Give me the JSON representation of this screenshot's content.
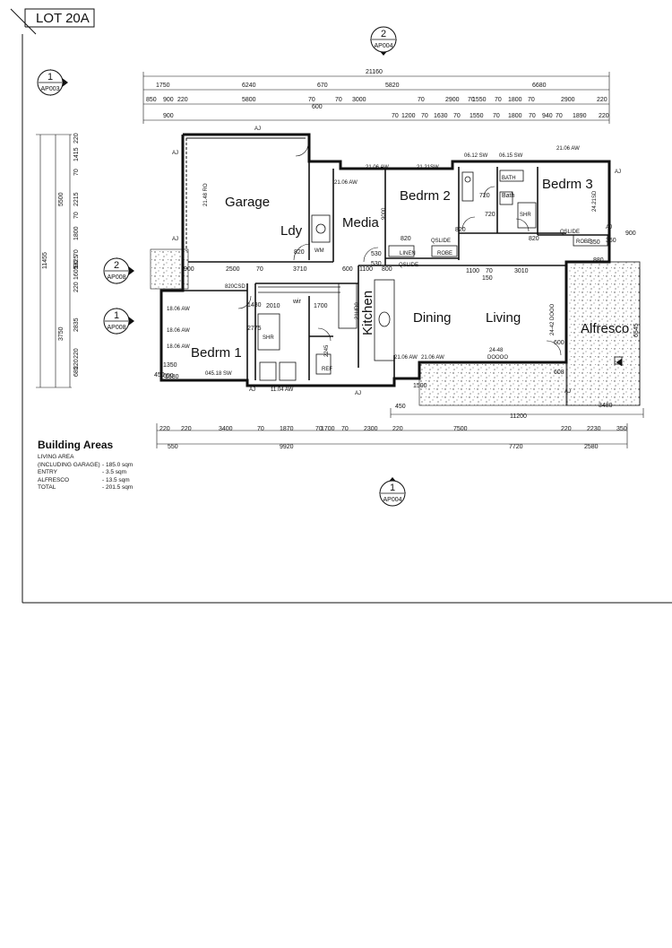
{
  "lot_label": "LOT 20A",
  "section_markers": [
    {
      "id": "m_top",
      "number": "2",
      "sheet": "AP004"
    },
    {
      "id": "m_left",
      "number": "1",
      "sheet": "AP003"
    },
    {
      "id": "m_mid2",
      "number": "2",
      "sheet": "AP008"
    },
    {
      "id": "m_mid1",
      "number": "1",
      "sheet": "AP008"
    },
    {
      "id": "m_bottom",
      "number": "1",
      "sheet": "AP004"
    }
  ],
  "rooms": {
    "garage": "Garage",
    "laundry": "Ldy",
    "media": "Media",
    "bedroom2": "Bedrm 2",
    "bedroom3": "Bedrm 3",
    "bath": "Bath",
    "bedroom1": "Bedrm 1",
    "kitchen": "Kitchen",
    "dining": "Dining",
    "living": "Living",
    "alfresco": "Alfresco",
    "wir": "wir"
  },
  "fixtures": {
    "bath_tub": "BATH",
    "shower": "SHR",
    "shower_ens": "SHR",
    "linen": "LINEN",
    "robe2": "ROBE",
    "robe3": "ROBE",
    "qslide2": "QSLIDE",
    "qslide3": "QSLIDE",
    "qslide_hall": "QSLIDE",
    "wm": "WM",
    "ref": "REF",
    "csd": "820CSD"
  },
  "windows": {
    "w_garage": "21.48 RO",
    "w_media_t": "21.06 AW",
    "w_media_t2": "21.06 AW",
    "w_bed2_t": "21.21SW",
    "w_bath_t1": "06.12 SW",
    "w_bath_t2": "06.15 SW",
    "w_bed3_t": "21.06 AW",
    "w_bed3_r": "24.21SD",
    "w_media_l": "9000",
    "w_bed1_1": "18.06 AW",
    "w_bed1_2": "18.06 AW",
    "w_bed1_3": "18.06 AW",
    "w_bed1_b": "045.18 SW",
    "w_bed1_b2": "11.04 AW",
    "w_kit": "21.06 AW",
    "w_kit2": "21.06 AW",
    "w_kit_v": "21UD0",
    "w_dining_b": "24-48",
    "w_dining_b2": "DOOOO",
    "w_living_r": "24-42 DOOO",
    "w_kit_dim": "2245"
  },
  "dimensions": {
    "overall_width": "21160",
    "top_row1": [
      "1750",
      "6240",
      "670",
      "5820",
      "6680"
    ],
    "top_row2": [
      "850",
      "900",
      "220",
      "5800",
      "70",
      "70",
      "3000",
      "70",
      "2900",
      "70",
      "1550",
      "70",
      "1800",
      "70",
      "2900",
      "220"
    ],
    "top_row2b": [
      "600"
    ],
    "top_row3": [
      "900",
      "70",
      "1200",
      "70",
      "1630",
      "70",
      "1550",
      "70",
      "1800",
      "70",
      "940",
      "70",
      "1890",
      "220"
    ],
    "left_overall": "11455",
    "left_col1": [
      "5500",
      "3750"
    ],
    "left_col2": [
      "220",
      "1415",
      "70",
      "2215",
      "70",
      "1800",
      "70",
      "1605",
      "90",
      "1325",
      "220",
      "2835",
      "220",
      "220",
      "685"
    ],
    "inner": [
      "900",
      "2500",
      "70",
      "3710",
      "600",
      "1100",
      "800",
      "1100",
      "70",
      "3010",
      "150",
      "880",
      "820",
      "820",
      "720",
      "720",
      "820",
      "820",
      "530",
      "530",
      "360",
      "900",
      "350",
      "2010",
      "1700",
      "1430",
      "2775",
      "600",
      "608",
      "1500",
      "450",
      "450",
      "1350",
      "650"
    ],
    "bottom_row1": [
      "220",
      "220",
      "3400",
      "70",
      "1870",
      "70",
      "1700",
      "70",
      "2300",
      "220",
      "7500",
      "220",
      "2230",
      "350"
    ],
    "bottom_row2": [
      "550",
      "9920",
      "7720",
      "2580"
    ],
    "bottom_overall": "11200",
    "bottom_right": "3480",
    "bottom_left_small": "1680",
    "right_side": "6545"
  },
  "building_areas": {
    "title": "Building Areas",
    "rows": [
      {
        "label": "LIVING AREA",
        "value": ""
      },
      {
        "label": "(INCLUDING GARAGE)",
        "value": "- 185.0 sqm"
      },
      {
        "label": "ENTRY",
        "value": "- 3.5    sqm"
      },
      {
        "label": "ALFRESCO",
        "value": "- 13.5  sqm"
      },
      {
        "label": "TOTAL",
        "value": "- 201.5 sqm"
      }
    ]
  },
  "annotations": {
    "aj": "AJ"
  },
  "colors": {
    "ink": "#111111",
    "paper": "#ffffff",
    "hatch": "#555555"
  }
}
